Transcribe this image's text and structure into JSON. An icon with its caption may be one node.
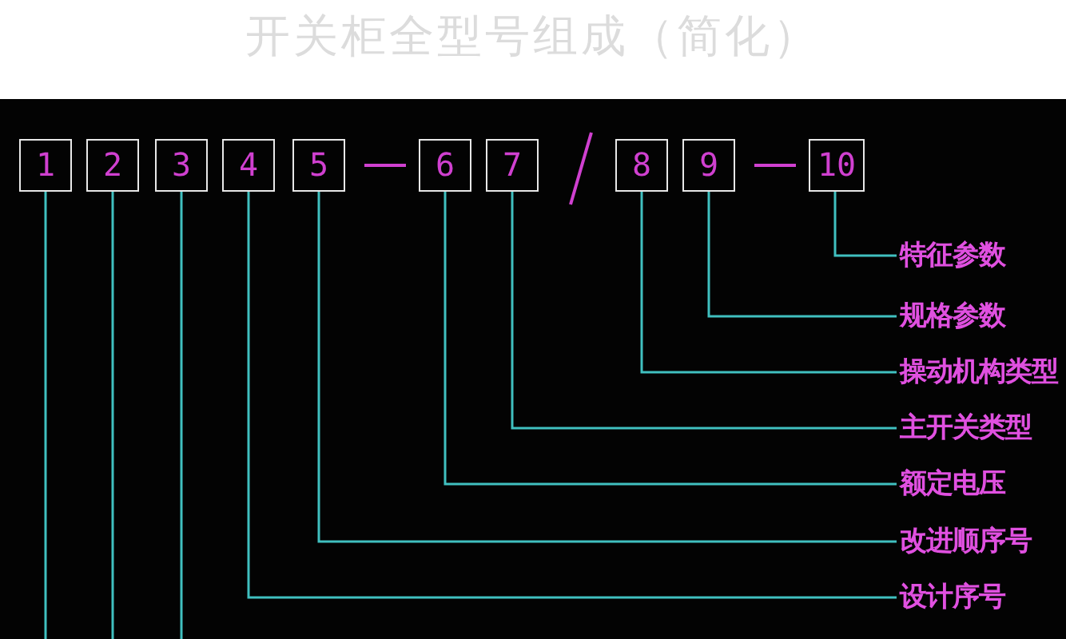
{
  "diagram": {
    "title": "开关柜全型号组成（简化）",
    "nodes": [
      {
        "text": [
          "1"
        ]
      },
      {
        "text": [
          "2"
        ]
      },
      {
        "text": [
          "3"
        ]
      },
      {
        "text": [
          "4"
        ]
      },
      {
        "text": [
          "5"
        ]
      },
      {
        "text": [
          "6"
        ]
      },
      {
        "text": [
          "7"
        ]
      },
      {
        "text": [
          "8"
        ]
      },
      {
        "text": [
          "9"
        ]
      },
      {
        "text": [
          "10"
        ]
      },
      {
        "text": [
          "特征参数"
        ]
      },
      {
        "text": [
          "规格参数"
        ]
      },
      {
        "text": [
          "操动机构类型"
        ]
      },
      {
        "text": [
          "主开关类型"
        ]
      },
      {
        "text": [
          "额定电压"
        ]
      },
      {
        "text": [
          "改进顺序号"
        ]
      },
      {
        "text": [
          "设计序号"
        ]
      }
    ],
    "edges": [
      {
        "from": 9,
        "to": 10,
        "arrow": "none"
      },
      {
        "from": 8,
        "to": 11,
        "arrow": "none"
      },
      {
        "from": 7,
        "to": 12,
        "arrow": "none"
      },
      {
        "from": 6,
        "to": 13,
        "arrow": "none"
      },
      {
        "from": 5,
        "to": 14,
        "arrow": "none"
      },
      {
        "from": 4,
        "to": 15,
        "arrow": "none"
      },
      {
        "from": 3,
        "to": 16,
        "arrow": "none"
      },
      {
        "from": 2,
        "to": null,
        "arrow": "none"
      },
      {
        "from": 1,
        "to": null,
        "arrow": "none"
      },
      {
        "from": 0,
        "to": null,
        "arrow": "none"
      }
    ]
  }
}
